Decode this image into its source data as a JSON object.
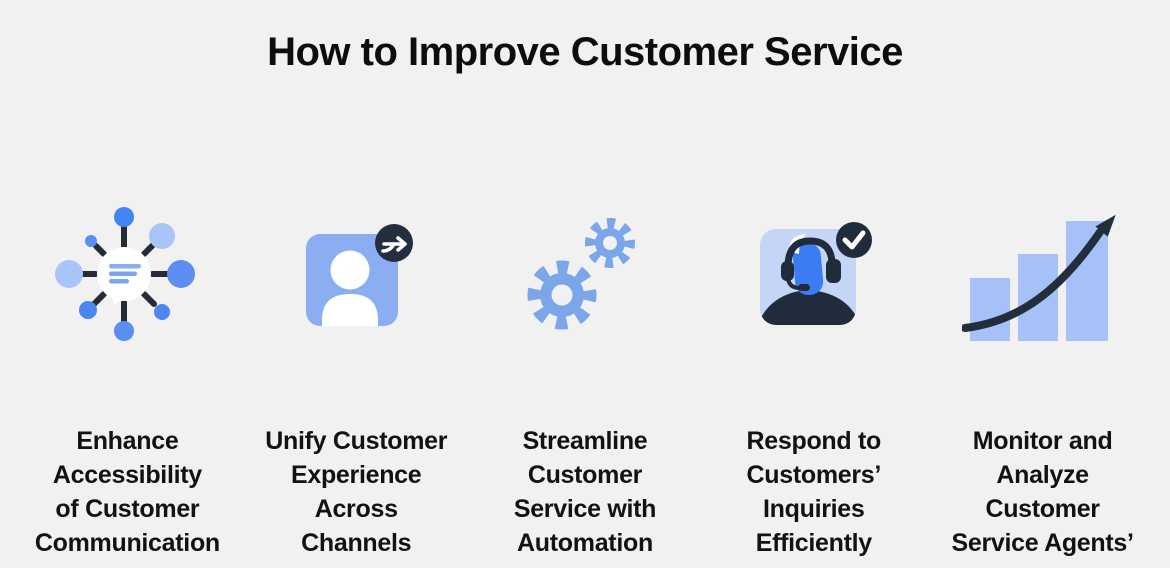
{
  "title": "How to Improve Customer Service",
  "items": [
    {
      "icon": "communication-hub-icon",
      "label": "Enhance Accessibility of Customer Communication",
      "lines": [
        "Enhance",
        "Accessibility",
        "of Customer",
        "Communication"
      ]
    },
    {
      "icon": "contact-card-arrow-icon",
      "label": "Unify Customer Experience Across Channels",
      "lines": [
        "Unify Customer",
        "Experience",
        "Across",
        "Channels"
      ]
    },
    {
      "icon": "gears-icon",
      "label": "Streamline Customer Service with Automation",
      "lines": [
        "Streamline",
        "Customer",
        "Service with",
        "Automation"
      ]
    },
    {
      "icon": "support-agent-check-icon",
      "label": "Respond to Customers’ Inquiries Efficiently",
      "lines": [
        "Respond to",
        "Customers’",
        "Inquiries",
        "Efficiently"
      ]
    },
    {
      "icon": "growth-chart-icon",
      "label": "Monitor and Analyze Customer Service Agents’",
      "lines": [
        "Monitor and",
        "Analyze",
        "Customer",
        "Service Agents’"
      ]
    }
  ],
  "colors": {
    "background": "#f1f1f2",
    "title_text": "#0d0d0d",
    "label_text": "#121212",
    "blue_primary": "#4285f4",
    "blue_medium": "#5c8df0",
    "blue_light": "#a9c4f8",
    "blue_card": "#8badf2",
    "blue_card_light": "#c5d5f6",
    "blue_gear": "#7ba6e9",
    "blue_bar": "#a5c1f7",
    "dark_navy": "#232e3d",
    "white": "#ffffff"
  }
}
